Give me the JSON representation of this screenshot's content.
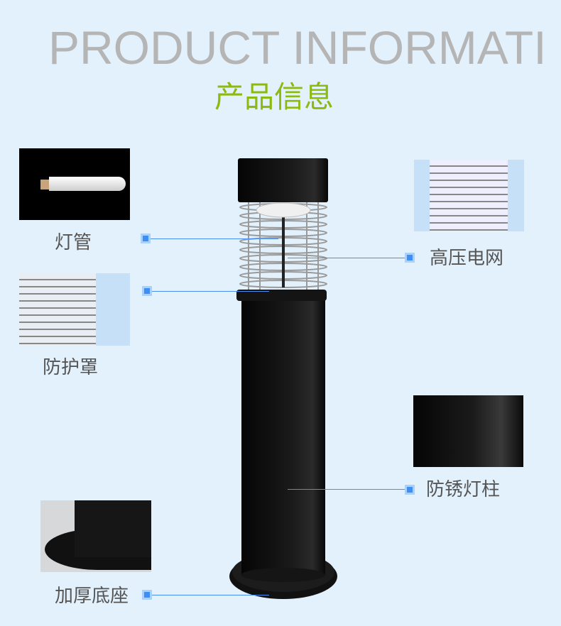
{
  "header": {
    "title_en": "PRODUCT INFORMATI",
    "title_cn": "产品信息"
  },
  "colors": {
    "background": "#e3f1fc",
    "title_en": "#b5b5b5",
    "title_cn": "#8cbb10",
    "marker": "#3d8ef5"
  },
  "features": [
    {
      "label": "灯管",
      "icon": "lamp-tube-photo"
    },
    {
      "label": "防护罩",
      "icon": "protective-cover-photo"
    },
    {
      "label": "高压电网",
      "icon": "high-voltage-grid-photo"
    },
    {
      "label": "防锈灯柱",
      "icon": "rustproof-pole-photo"
    },
    {
      "label": "加厚底座",
      "icon": "thick-base-photo"
    }
  ]
}
